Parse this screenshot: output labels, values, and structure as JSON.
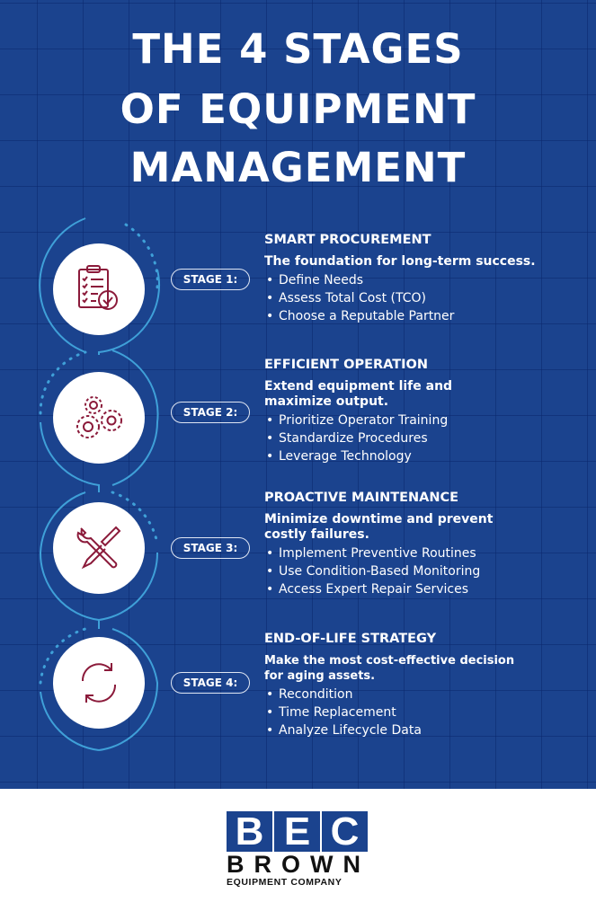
{
  "title": [
    "THE 4 STAGES",
    "OF EQUIPMENT",
    "MANAGEMENT"
  ],
  "stages": [
    {
      "label": "STAGE 1:",
      "icon": "clipboard-check-icon",
      "heading": "SMART PROCUREMENT",
      "lead": "The foundation for long-term success.",
      "items": [
        "Define Needs",
        "Assess Total Cost (TCO)",
        "Choose a Reputable Partner"
      ]
    },
    {
      "label": "STAGE 2:",
      "icon": "gears-icon",
      "heading": "EFFICIENT OPERATION",
      "lead": "Extend equipment life and maximize output.",
      "items": [
        "Prioritize Operator Training",
        "Standardize Procedures",
        "Leverage Technology"
      ]
    },
    {
      "label": "STAGE 3:",
      "icon": "wrench-screwdriver-icon",
      "heading": "PROACTIVE MAINTENANCE",
      "lead": "Minimize downtime and prevent costly failures.",
      "items": [
        "Implement Preventive Routines",
        "Use Condition-Based Monitoring",
        "Access Expert Repair Services"
      ]
    },
    {
      "label": "STAGE 4:",
      "icon": "refresh-cycle-icon",
      "heading": "END-OF-LIFE STRATEGY",
      "lead": "Make the most cost-effective decision for aging assets.",
      "items": [
        "Recondition",
        "Time Replacement",
        "Analyze Lifecycle Data"
      ]
    }
  ],
  "logo": {
    "letters": [
      "B",
      "E",
      "C"
    ],
    "name": "BROWN",
    "subtitle": "EQUIPMENT COMPANY"
  },
  "colors": {
    "background": "#1b438e",
    "icon": "#8b1a3a",
    "line": "#3fa0d8"
  }
}
